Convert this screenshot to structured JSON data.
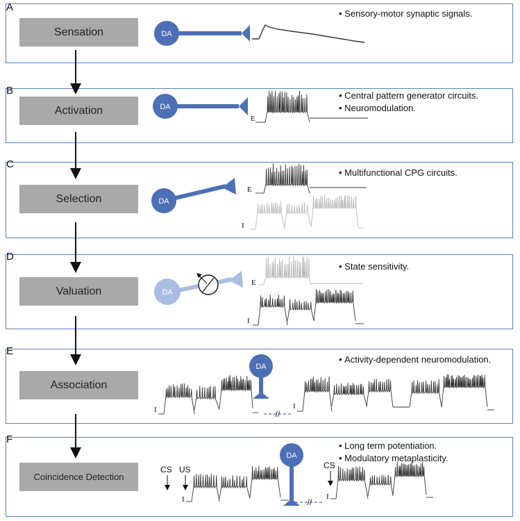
{
  "panels": [
    {
      "letter": "A",
      "stage": "Sensation",
      "bullets": [
        "Sensory-motor synaptic signals."
      ]
    },
    {
      "letter": "B",
      "stage": "Activation",
      "bullets": [
        "Central pattern generator circuits.",
        "Neuromodulation."
      ]
    },
    {
      "letter": "C",
      "stage": "Selection",
      "bullets": [
        "Multifunctional CPG circuits."
      ]
    },
    {
      "letter": "D",
      "stage": "Valuation",
      "bullets": [
        "State sensitivity."
      ]
    },
    {
      "letter": "E",
      "stage": "Association",
      "bullets": [
        "Activity-dependent neuromodulation."
      ]
    },
    {
      "letter": "F",
      "stage": "Coincidence Detection",
      "bullets": [
        "Long term potentiation.",
        "Modulatory metaplasticity."
      ]
    }
  ],
  "labels": {
    "da": "DA",
    "excitatory": "E",
    "inhibitory": "I",
    "cs": "CS",
    "us": "US",
    "break_mark": "//"
  },
  "colors": {
    "da_blue": "#4c6fb5",
    "da_light": "#a9bde2",
    "panel_border": "#5f7fbf",
    "stage_box": "#a9a9a9"
  }
}
